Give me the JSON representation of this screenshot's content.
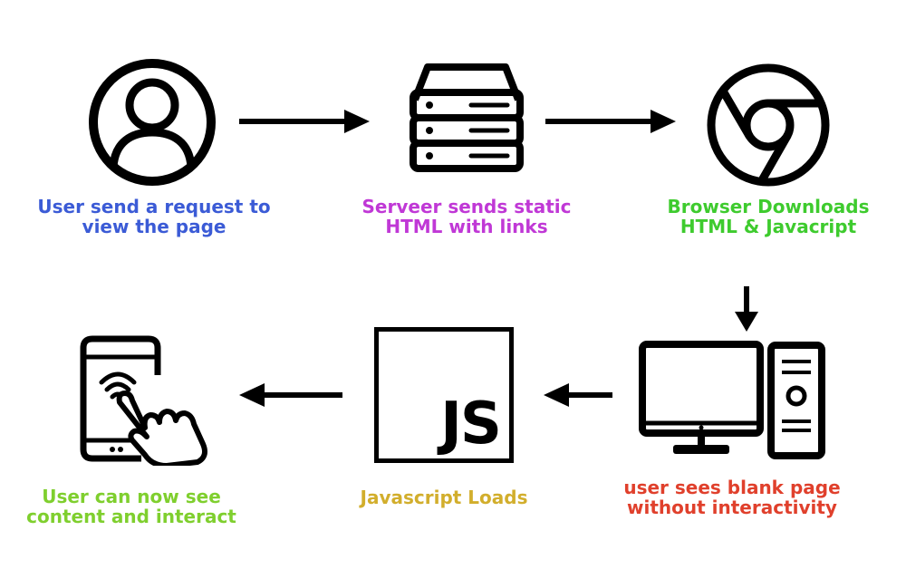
{
  "steps": [
    {
      "line1": "User send a request to",
      "line2": "view the page",
      "color": "#3b5bd6",
      "icon": "user-icon"
    },
    {
      "line1": "Serveer sends static",
      "line2": "HTML with links",
      "color": "#c038d6",
      "icon": "server-icon"
    },
    {
      "line1": "Browser  Downloads",
      "line2": "HTML & Javacript",
      "color": "#3ecb2e",
      "icon": "chrome-icon"
    },
    {
      "line1": "user sees blank page",
      "line2": "without interactivity",
      "color": "#e0402c",
      "icon": "desktop-computer-icon"
    },
    {
      "line1": "Javascript Loads",
      "line2": "",
      "color": "#d2ae2c",
      "icon": "javascript-icon"
    },
    {
      "line1": "User can now see",
      "line2": "content and interact",
      "color": "#7fcf2e",
      "icon": "touch-tablet-icon"
    }
  ],
  "js_logo_text": "JS"
}
